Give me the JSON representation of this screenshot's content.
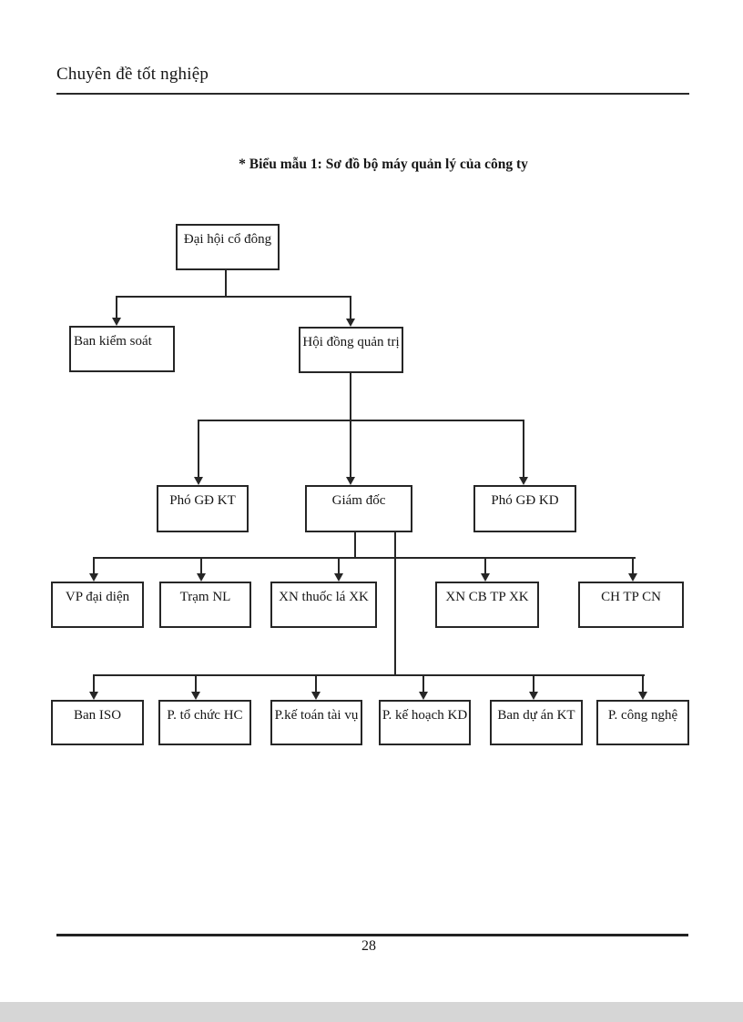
{
  "page": {
    "header_text": "Chuyên đề tốt nghiệp",
    "page_number": "28"
  },
  "diagram": {
    "title": "* Biểu mẫu 1: Sơ đồ bộ máy quản lý của công ty",
    "nodes": {
      "dai_hoi_co_dong": "Đại hội cổ đông",
      "ban_kiem_soat": "Ban kiểm soát",
      "hoi_dong_quan_tri": "Hội đồng quản trị",
      "pho_gd_kt": "Phó GĐ KT",
      "giam_doc": "Giám đốc",
      "pho_gd_kd": "Phó GĐ KD",
      "vp_dai_dien": "VP đại diện",
      "tram_nl": "Trạm NL",
      "xn_thuoc_la_xk": "XN thuốc lá XK",
      "xn_cb_tp_xk": "XN CB TP XK",
      "ch_tp_cn": "CH TP CN",
      "ban_iso": "Ban ISO",
      "p_to_chuc_hc": "P. tổ chức HC",
      "p_ke_toan_tai_vu": "P.kế toán tài vụ",
      "p_ke_hoach_kd": "P. kế hoạch KD",
      "ban_du_an_kt": "Ban dự án KT",
      "p_cong_nghe": "P. công nghệ"
    },
    "hierarchy": [
      {
        "parent": "Đại hội cổ đông",
        "children": [
          "Ban kiểm soát",
          "Hội đồng quản trị"
        ]
      },
      {
        "parent": "Hội đồng quản trị",
        "children": [
          "Phó GĐ KT",
          "Giám đốc",
          "Phó GĐ KD"
        ]
      },
      {
        "parent": "Giám đốc",
        "children": [
          "VP đại diện",
          "Trạm NL",
          "XN thuốc lá XK",
          "XN CB TP XK",
          "CH TP CN"
        ]
      },
      {
        "parent": "Giám đốc",
        "children": [
          "Ban ISO",
          "P. tổ chức HC",
          "P.kế toán tài vụ",
          "P. kế hoạch KD",
          "Ban dự án KT",
          "P. công nghệ"
        ]
      }
    ],
    "colors": {
      "line": "#262626",
      "box_border": "#262626",
      "background": "#ffffff"
    }
  }
}
